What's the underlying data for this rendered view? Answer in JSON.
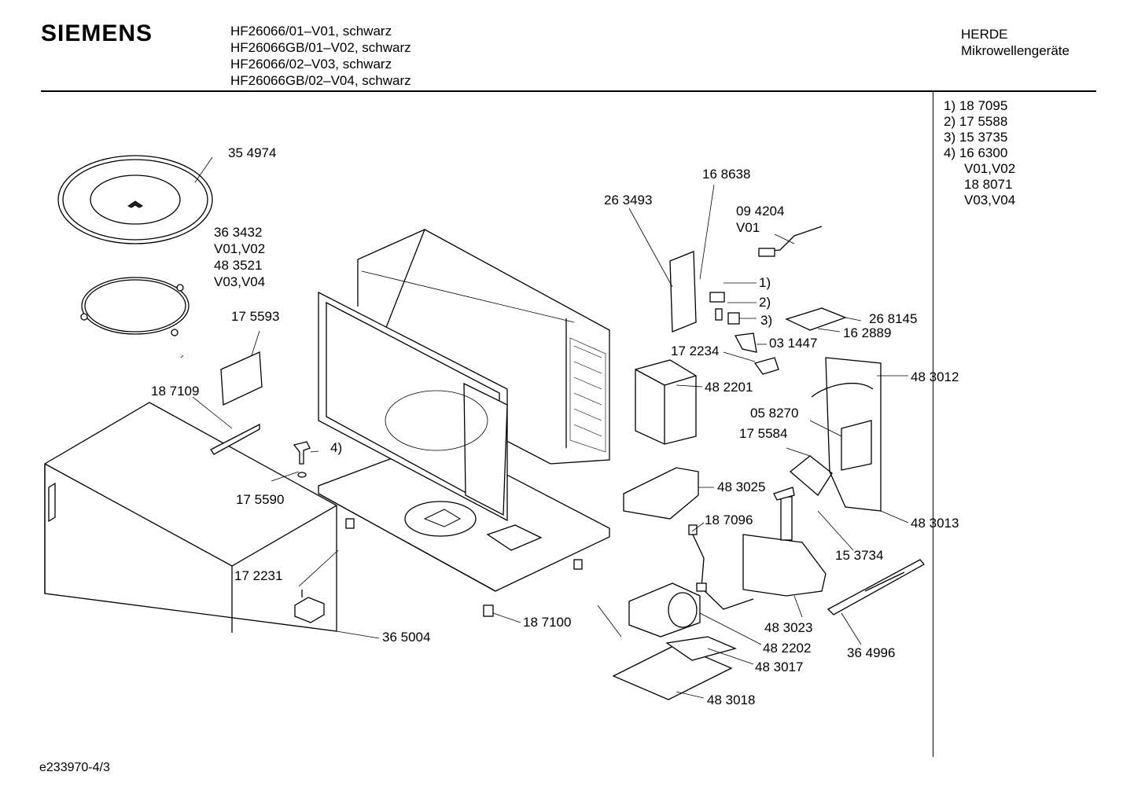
{
  "header": {
    "brand": "SIEMENS",
    "models": [
      "HF26066/01–V01, schwarz",
      "HF26066GB/01–V02, schwarz",
      "HF26066/02–V03, schwarz",
      "HF26066GB/02–V04, schwarz"
    ],
    "category": "HERDE",
    "subcategory": "Mikrowellengeräte"
  },
  "notes": [
    "1) 18 7095",
    "2) 17 5588",
    "3) 15 3735",
    "4) 16 6300",
    "V01,V02",
    "18 8071",
    "V03,V04"
  ],
  "parts": {
    "p354974": "35 4974",
    "p363432": "36 3432",
    "v0102a": "V01,V02",
    "p483521": "48 3521",
    "v0304a": "V03,V04",
    "p175593": "17 5593",
    "p187109": "18 7109",
    "c4a": "4)",
    "p175590": "17 5590",
    "p172231": "17 2231",
    "p365004": "36 5004",
    "p187100": "18 7100",
    "p263493": "26 3493",
    "p168638": "16 8638",
    "p094204": "09 4204",
    "v01": "V01",
    "c1": "1)",
    "c2": "2)",
    "c3": "3)",
    "p268145": "26 8145",
    "p031447": "03 1447",
    "p162889": "16 2889",
    "p172234": "17 2234",
    "p482201": "48 2201",
    "p483012": "48 3012",
    "p058270": "05 8270",
    "p175584": "17 5584",
    "p483025": "48 3025",
    "p187096": "18 7096",
    "p483013": "48 3013",
    "p153734": "15 3734",
    "p483023": "48 3023",
    "p482202": "48 2202",
    "p483017": "48 3017",
    "p364996": "36 4996",
    "p483018": "48 3018"
  },
  "footer": "e233970-4/3"
}
